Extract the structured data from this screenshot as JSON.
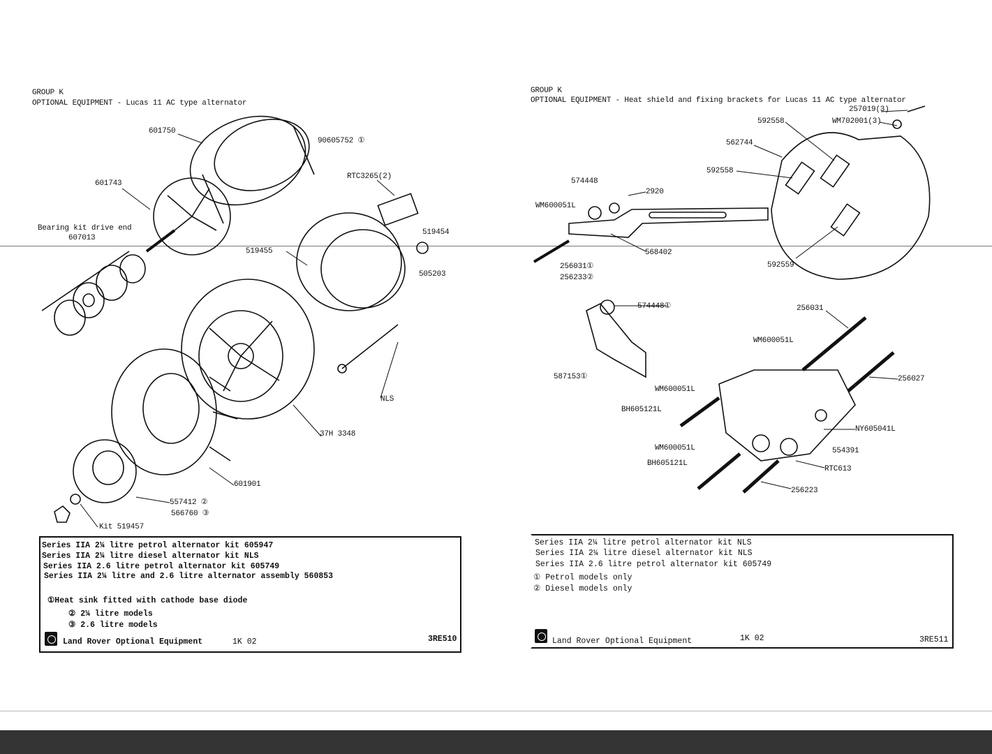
{
  "left_page": {
    "group": "GROUP K",
    "title": "OPTIONAL EQUIPMENT - Lucas 11 AC type alternator",
    "labels": [
      "601750",
      "90605752 ①",
      "601743",
      "RTC3265(2)",
      "Bearing kit drive end",
      "607013",
      "519454",
      "519455",
      "505203",
      "NLS",
      "37H 3348",
      "601901",
      "557412 ②",
      "566760 ③",
      "Kit 519457"
    ],
    "notes": [
      "Series IIA 2¼ litre petrol alternator kit  605947",
      "Series IIA 2¼ litre diesel alternator kit   NLS",
      "Series IIA 2.6 litre petrol alternator kit 605749",
      "Series IIA 2¼ litre and 2.6 litre alternator assembly 560853",
      "①Heat sink fitted with cathode base diode",
      "② 2¼ litre models",
      "③ 2.6 litre models"
    ],
    "footer": "Land Rover Optional Equipment",
    "page_code": "1K 02",
    "ref": "3RE510"
  },
  "right_page": {
    "group": "GROUP K",
    "title": "OPTIONAL EQUIPMENT - Heat shield and fixing brackets for Lucas 11 AC type alternator",
    "labels": [
      "257019(3)",
      "592558",
      "WM702001(3)",
      "562744",
      "592558",
      "574448",
      "2920",
      "WM600051L",
      "568402",
      "256031①",
      "256233②",
      "592559",
      "574448①",
      "256031",
      "WM600051L",
      "587153①",
      "256027",
      "WM600051L",
      "BH605121L",
      "NY605041L",
      "WM600051L",
      "554391",
      "BH605121L",
      "RTC613",
      "256223"
    ],
    "notes": [
      "Series IIA 2¼ litre petrol alternator kit   NLS",
      "Series IIA 2¼ litre diesel alternator kit   NLS",
      "Series IIA 2.6 litre petrol alternator kit 605749",
      "① Petrol models only",
      "② Diesel models only"
    ],
    "footer": "Land Rover Optional Equipment",
    "page_code": "1K 02",
    "ref": "3RE511"
  }
}
